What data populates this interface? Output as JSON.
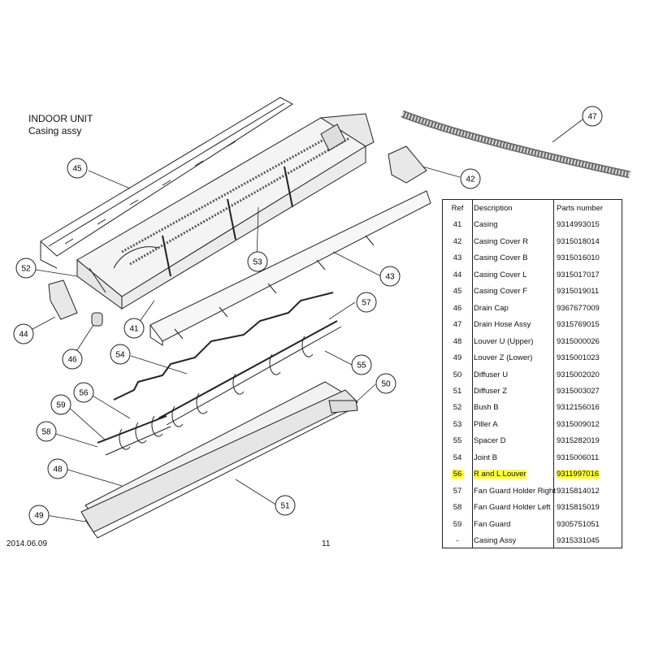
{
  "header": {
    "title": "INDOOR UNIT",
    "subtitle": "Casing assy"
  },
  "footer": {
    "date": "2014.06.09",
    "page": "11"
  },
  "table": {
    "headers": [
      "Ref",
      "Description",
      "Parts number"
    ],
    "highlight_color": "#ffff33",
    "rows": [
      {
        "ref": "41",
        "desc": "Casing",
        "pn": "9314993015"
      },
      {
        "ref": "42",
        "desc": "Casing Cover R",
        "pn": "9315018014"
      },
      {
        "ref": "43",
        "desc": "Casing Cover B",
        "pn": "9315016010"
      },
      {
        "ref": "44",
        "desc": "Casing Cover L",
        "pn": "9315017017"
      },
      {
        "ref": "45",
        "desc": "Casing Cover F",
        "pn": "9315019011"
      },
      {
        "ref": "46",
        "desc": "Drain Cap",
        "pn": "9367677009"
      },
      {
        "ref": "47",
        "desc": "Drain Hose Assy",
        "pn": "9315769015"
      },
      {
        "ref": "48",
        "desc": "Louver U (Upper)",
        "pn": "9315000026"
      },
      {
        "ref": "49",
        "desc": "Louver Z (Lower)",
        "pn": "9315001023"
      },
      {
        "ref": "50",
        "desc": "Diffuser U",
        "pn": "9315002020"
      },
      {
        "ref": "51",
        "desc": "Diffuser Z",
        "pn": "9315003027"
      },
      {
        "ref": "52",
        "desc": "Bush B",
        "pn": "9312156016"
      },
      {
        "ref": "53",
        "desc": "Piller A",
        "pn": "9315009012"
      },
      {
        "ref": "55",
        "desc": "Spacer D",
        "pn": "9315282019"
      },
      {
        "ref": "54",
        "desc": "Joint B",
        "pn": "9315006011"
      },
      {
        "ref": "56",
        "desc": "R and L Louver",
        "pn": "9311997016",
        "highlight": true
      },
      {
        "ref": "57",
        "desc": "Fan Guard Holder Right",
        "pn": "9315814012"
      },
      {
        "ref": "58",
        "desc": "Fan Guard Holder Left",
        "pn": "9315815019"
      },
      {
        "ref": "59",
        "desc": "Fan Guard",
        "pn": "9305751051"
      },
      {
        "ref": "-",
        "desc": "Casing Assy",
        "pn": "9315331045"
      }
    ]
  },
  "callouts": [
    "45",
    "47",
    "42",
    "52",
    "53",
    "43",
    "44",
    "41",
    "46",
    "57",
    "54",
    "55",
    "56",
    "50",
    "59",
    "58",
    "48",
    "51",
    "49"
  ]
}
